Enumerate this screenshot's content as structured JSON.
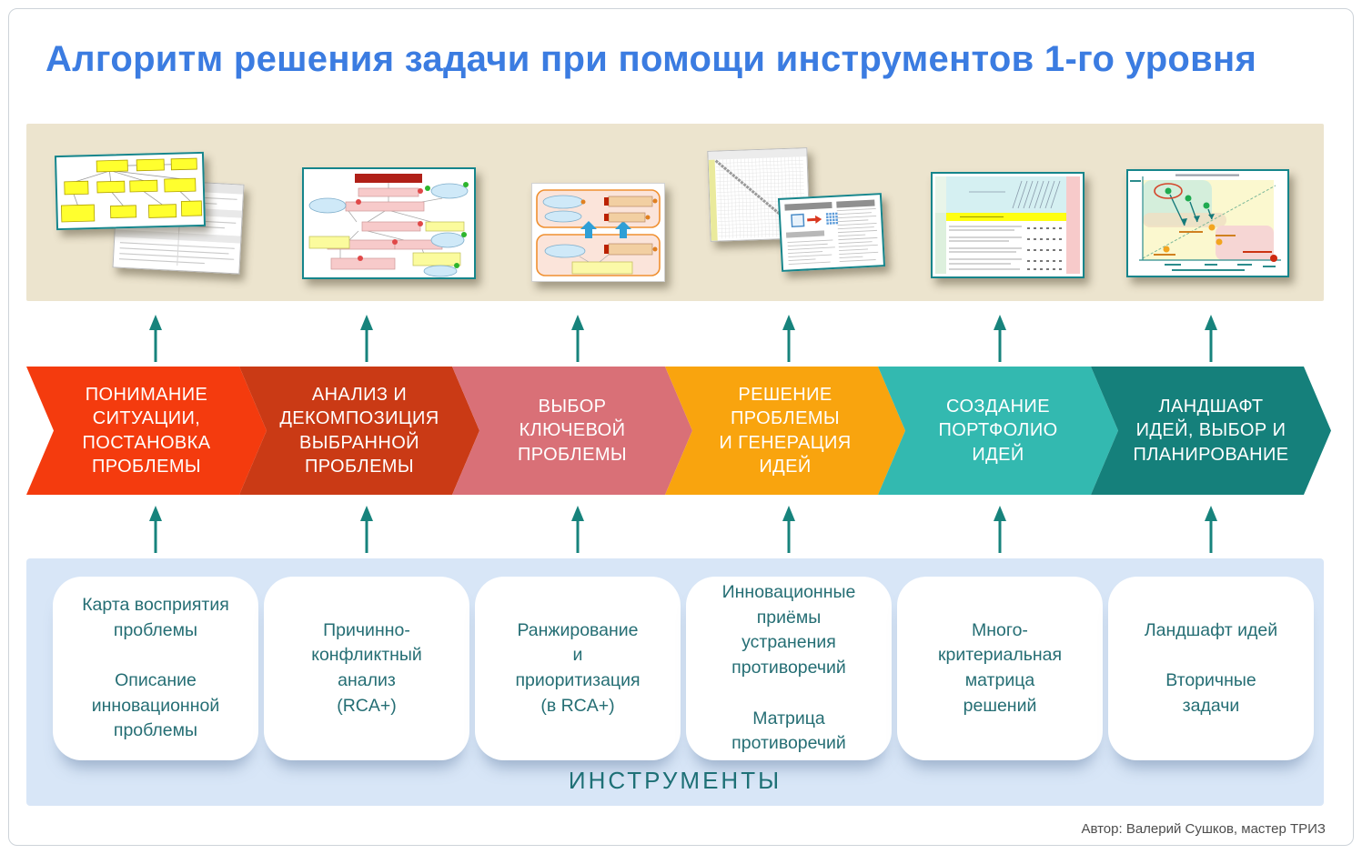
{
  "page": {
    "title": "Алгоритм решения задачи при помощи инструментов 1-го уровня",
    "credit": "Автор: Валерий Сушков, мастер ТРИЗ"
  },
  "colors": {
    "title_blue": "#3b7ce1",
    "beige_band": "#ece4ce",
    "tools_panel": "#d8e6f7",
    "arrow_teal": "#17837c",
    "card_text": "#256e74",
    "tools_label": "#1e7076"
  },
  "stages": [
    {
      "label": "ПОНИМАНИЕ\nСИТУАЦИИ,\nПОСТАНОВКА\nПРОБЛЕМЫ",
      "color": "#f43b0e"
    },
    {
      "label": "АНАЛИЗ И\nДЕКОМПОЗИЦИЯ\nВЫБРАННОЙ\nПРОБЛЕМЫ",
      "color": "#ca3a15"
    },
    {
      "label": "ВЫБОР\nКЛЮЧЕВОЙ\nПРОБЛЕМЫ",
      "color": "#d97077"
    },
    {
      "label": "РЕШЕНИЕ\nПРОБЛЕМЫ\nИ ГЕНЕРАЦИЯ\nИДЕЙ",
      "color": "#f9a40e"
    },
    {
      "label": "СОЗДАНИЕ\nПОРТФОЛИО\nИДЕЙ",
      "color": "#33b9b0"
    },
    {
      "label": "ЛАНДШАФТ\nИДЕЙ, ВЫБОР И\nПЛАНИРОВАНИЕ",
      "color": "#15807b"
    }
  ],
  "tools": {
    "panel_label": "ИНСТРУМЕНТЫ",
    "cards": [
      {
        "text": "Карта восприятия\nпроблемы\n\nОписание\nинновационной\nпроблемы"
      },
      {
        "text": "Причинно-\nконфликтный\nанализ\n(RCA+)"
      },
      {
        "text": "Ранжирование\nи\nприоритизация\n(в RCA+)"
      },
      {
        "text": "Инновационные\nприёмы\nустранения\nпротиворечий\n\nМатрица\nпротиворечий"
      },
      {
        "text": "Много-\nкритериальная\nматрица\nрешений"
      },
      {
        "text": "Ландшафт идей\n\nВторичные\nзадачи"
      }
    ]
  },
  "thumbnails": [
    {
      "name": "perception-map-and-problem-description-preview"
    },
    {
      "name": "rca-plus-cause-conflict-diagram-preview"
    },
    {
      "name": "ranking-prioritization-preview"
    },
    {
      "name": "contradiction-matrix-and-principles-preview"
    },
    {
      "name": "multicriteria-decision-matrix-preview"
    },
    {
      "name": "idea-landscape-chart-preview"
    }
  ]
}
